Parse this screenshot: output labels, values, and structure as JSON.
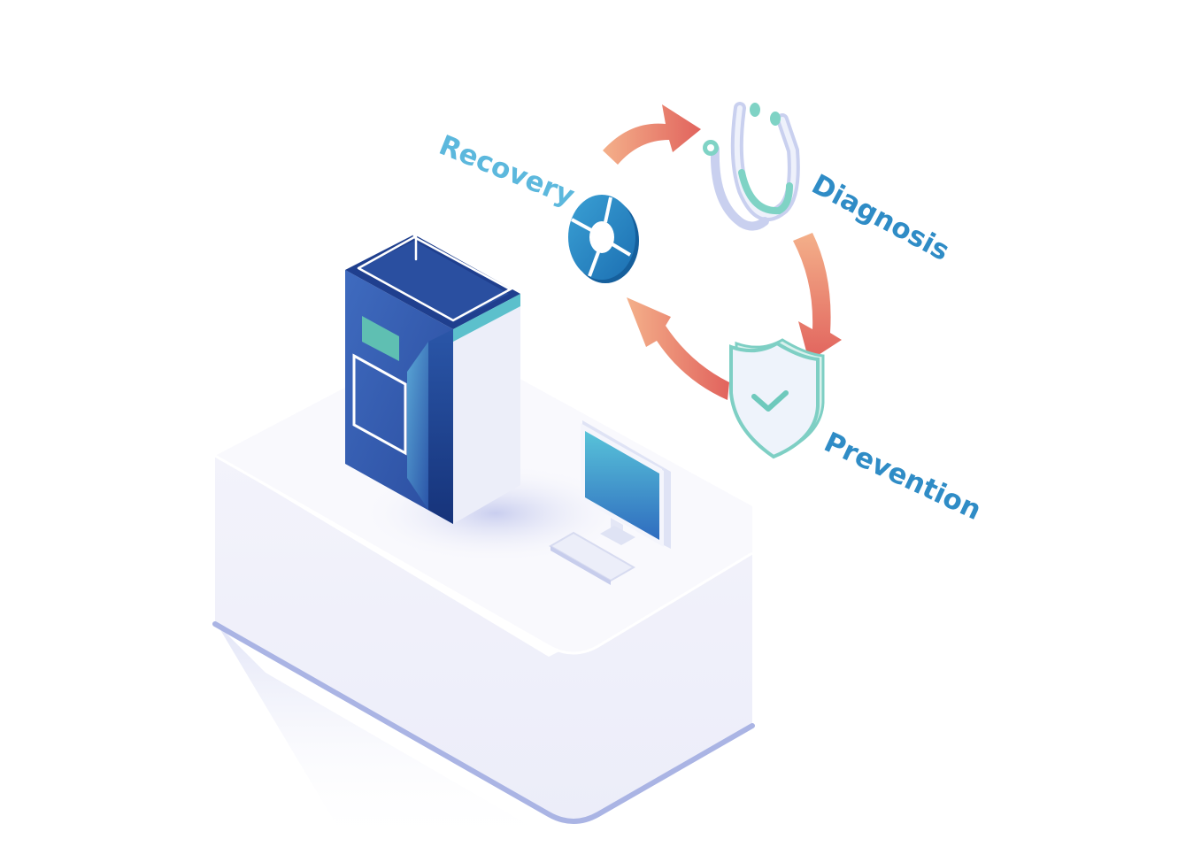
{
  "cycle": {
    "labels": {
      "recovery": "Recovery",
      "diagnosis": "Diagnosis",
      "prevention": "Prevention"
    },
    "icons": {
      "recovery": "segmented-ring-icon",
      "diagnosis": "stethoscope-icon",
      "prevention": "shield-check-icon"
    },
    "arrow_direction": "clockwise"
  },
  "scene": {
    "objects": [
      "desk",
      "server-cabinet",
      "monitor",
      "keyboard"
    ]
  },
  "colors": {
    "label_primary": "#2f8cc6",
    "label_light": "#5cb8dd",
    "arrow_start": "#f2a57c",
    "arrow_end": "#e1635d",
    "cabinet_dark": "#1d3d8c",
    "cabinet_mid": "#3d68bc",
    "cabinet_accent": "#5cc0cc",
    "desk_top": "#f7f7fc",
    "desk_edge": "#aab4e4",
    "shield_stroke": "#7ecfc4"
  }
}
